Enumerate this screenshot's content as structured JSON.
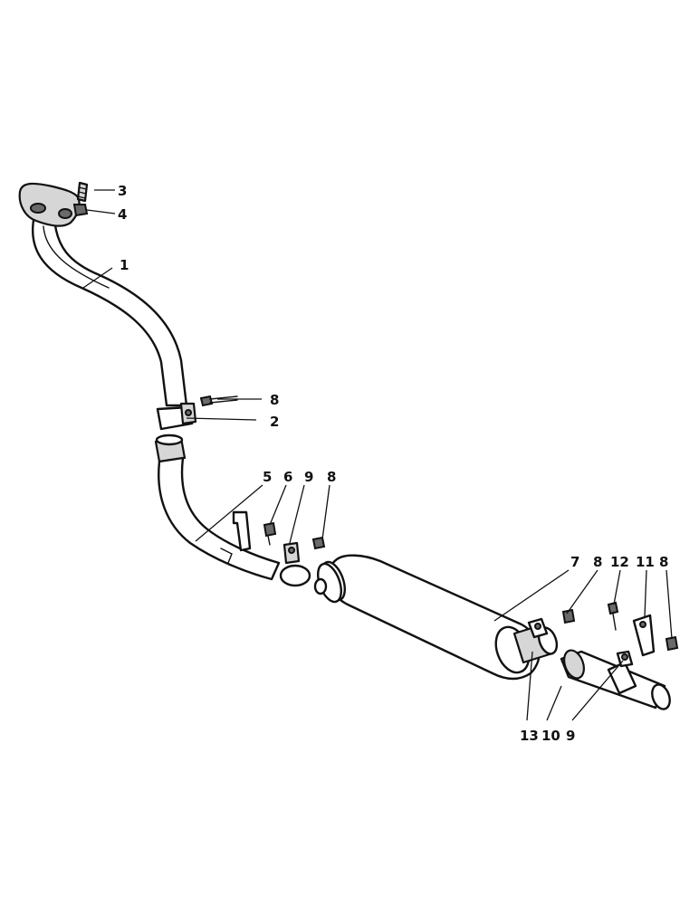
{
  "callouts": {
    "c1": "1",
    "c2": "2",
    "c3": "3",
    "c4": "4",
    "c5": "5",
    "c6": "6",
    "c7": "7",
    "c8a": "8",
    "c8b": "8",
    "c8c": "8",
    "c8d": "8",
    "c9a": "9",
    "c9b": "9",
    "c10": "10",
    "c11": "11",
    "c12": "12",
    "c13": "13"
  }
}
